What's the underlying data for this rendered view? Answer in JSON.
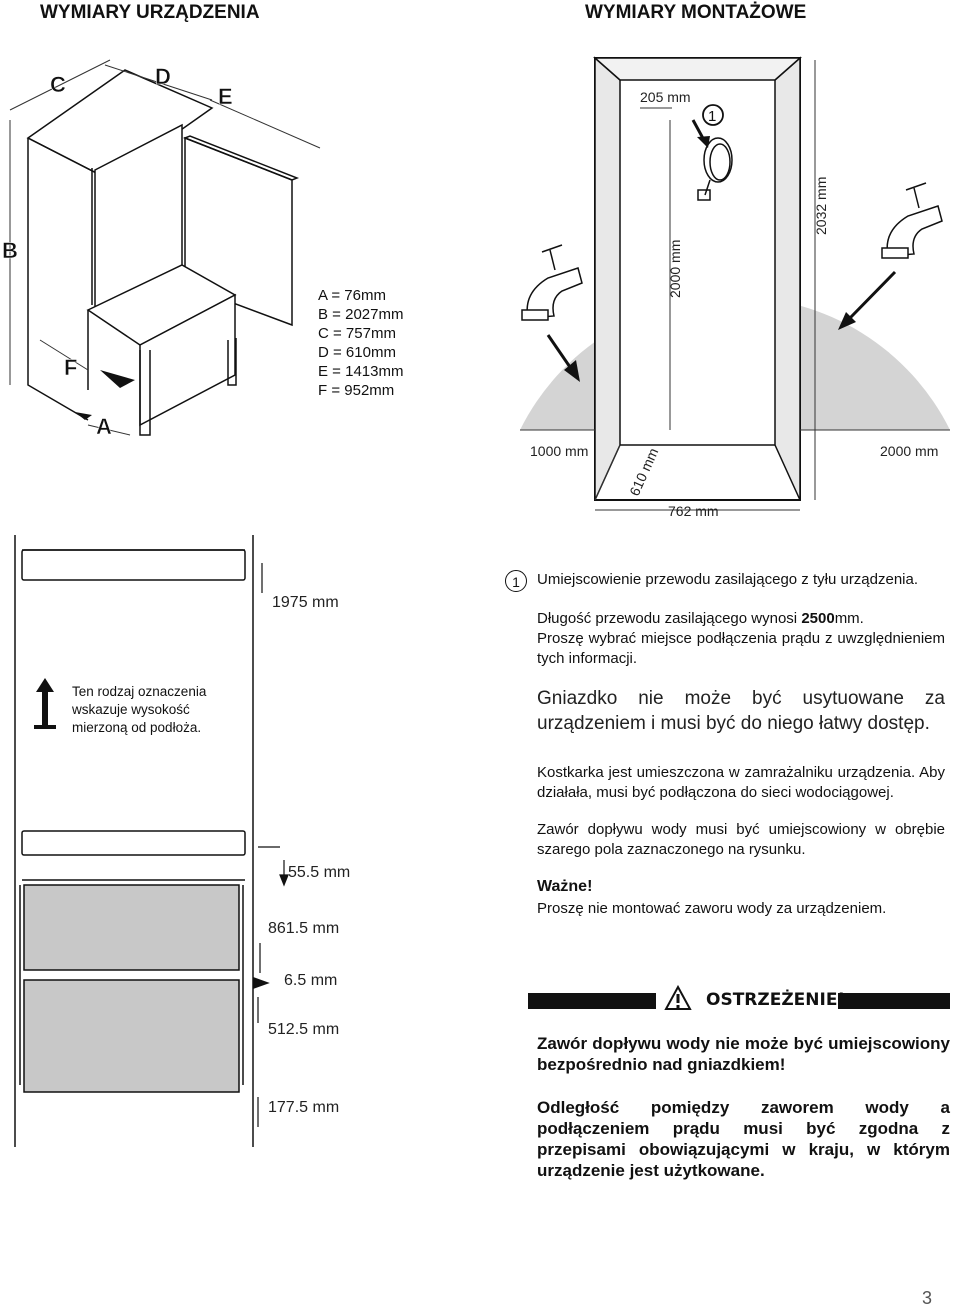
{
  "headers": {
    "left": "WYMIARY URZĄDZENIA",
    "right": "WYMIARY MONTAŻOWE"
  },
  "appliance_dims": {
    "labels": [
      "A",
      "B",
      "C",
      "D",
      "E",
      "F"
    ],
    "list": [
      "A = 76mm",
      "B = 2027mm",
      "C = 757mm",
      "D = 610mm",
      "E = 1413mm",
      "F = 952mm"
    ]
  },
  "install_dims": {
    "width_top": "205 mm",
    "height_inner": "2000 mm",
    "height_outer": "2032 mm",
    "left_radius": "1000 mm",
    "right_radius": "2000 mm",
    "depth": "610 mm",
    "width_bottom": "762 mm",
    "marker": "1"
  },
  "niche_dims": {
    "top": "1975 mm",
    "d1": "55.5 mm",
    "d2": "861.5 mm",
    "d3": "6.5 mm",
    "d4": "512.5 mm",
    "d5": "177.5 mm"
  },
  "height_note": "Ten rodzaj oznaczenia wskazuje wysokość mierzoną od podłoża.",
  "notes": {
    "marker": "1",
    "cable_location": "Umiejscowienie przewodu zasilającego z tyłu urządzenia.",
    "cable_length_prefix": "Długość przewodu zasilającego wynosi ",
    "cable_length_value": "2500",
    "cable_length_suffix": "mm.",
    "cable_choose": "Proszę wybrać miejsce podłączenia prądu z uwzględnieniem tych informacji.",
    "socket": "Gniazdko nie może być usytuowane za urządzeniem i musi być do niego łatwy dostęp.",
    "icemaker": "Kostkarka jest umieszczona w zamrażalniku urządzenia. Aby działała, musi być podłączona do sieci wodociągowej.",
    "valve_area": "Zawór dopływu wody musi być umiejscowiony w obrębie szarego pola zaznaczonego na rysunku.",
    "important_title": "Ważne!",
    "important_text": "Proszę nie montować zaworu wody za urządzeniem."
  },
  "warning": {
    "title": "OSTRZEŻENIE!",
    "p1": "Zawór dopływu wody nie może być umiejscowiony bezpośrednio nad gniazdkiem!",
    "p2": "Odległość pomiędzy zaworem wody a podłączeniem prądu musi być zgodna z przepisami obowiązującymi w kraju, w którym urządzenie jest użytkowane."
  },
  "page_number": "3"
}
